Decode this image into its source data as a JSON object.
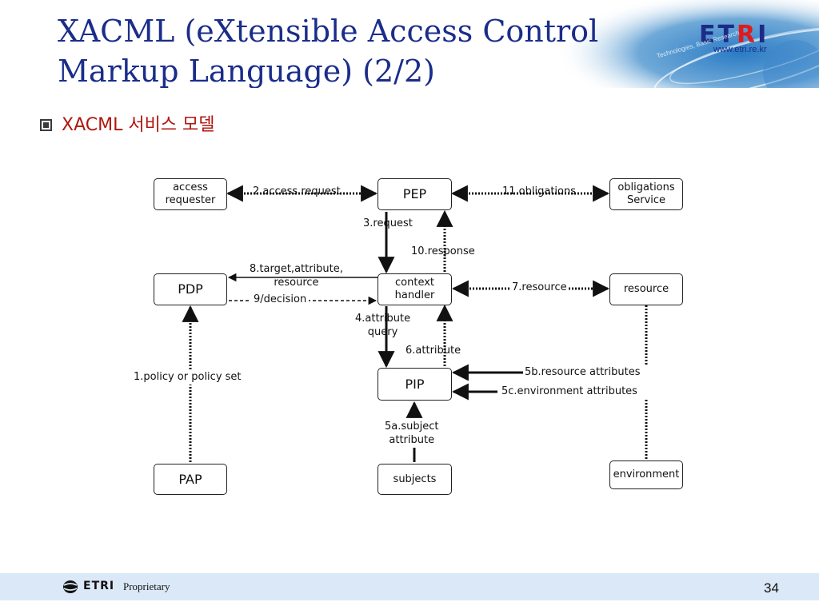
{
  "header": {
    "title_line1": "XACML (eXtensible Access Control",
    "title_line2": "Markup Language) (2/2)",
    "logo_e": "ET",
    "logo_r": "R",
    "logo_i": "I",
    "logo_url": "www.etri.re.kr",
    "tagline": "Technologies, Basic Research"
  },
  "subheading": "XACML 서비스 모델",
  "diagram": {
    "nodes": {
      "access_requester": "access\nrequester",
      "pep": "PEP",
      "obligations_service": "obligations\nService",
      "pdp": "PDP",
      "context_handler": "context\nhandler",
      "resource": "resource",
      "pip": "PIP",
      "pap": "PAP",
      "subjects": "subjects",
      "environment": "environment"
    },
    "edges": {
      "access_request": "2.access request",
      "obligations": "11.obligations",
      "request": "3.request",
      "response": "10.response",
      "target_attribute": "8.target,attribute,\nresource",
      "decision": "9/decision",
      "resource_7": "7.resource",
      "attribute_query": "4.attribute\nquery",
      "attribute_6": "6.attribute",
      "policy": "1.policy or policy set",
      "resource_attributes": "5b.resource attributes",
      "environment_attributes": "5c.environment attributes",
      "subject_attribute": "5a.subject\nattribute"
    }
  },
  "footer": {
    "brand": "ETRI",
    "label": "Proprietary",
    "page_number": "34"
  },
  "colors": {
    "title": "#1a2d8a",
    "subheading": "#b0160f",
    "footer_bg": "#dbe8f7",
    "logo_red": "#e01b1b"
  }
}
